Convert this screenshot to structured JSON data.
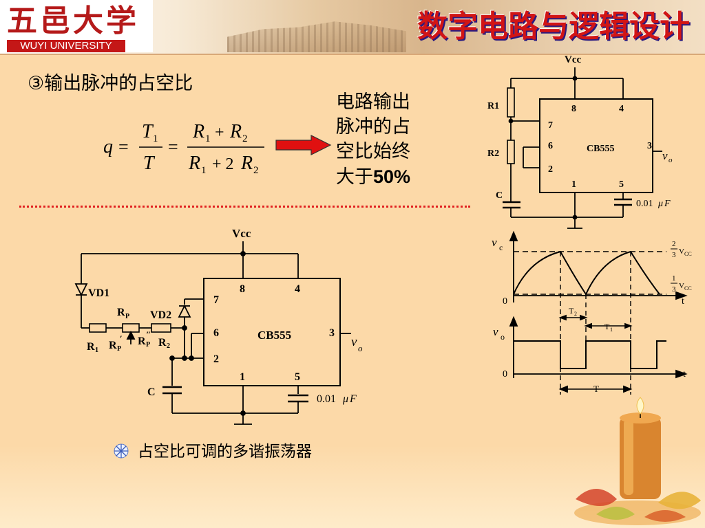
{
  "header": {
    "logo_cn": "五邑大学",
    "logo_en": "WUYI UNIVERSITY",
    "course_title": "数字电路与逻辑设计"
  },
  "section": {
    "title": "③输出脉冲的占空比"
  },
  "formula": {
    "lhs": "q",
    "eq": "=",
    "frac1_num": "T",
    "frac1_num_sub": "1",
    "frac1_den": "T",
    "frac2_num_a": "R",
    "frac2_num_a_sub": "1",
    "frac2_num_plus": "+",
    "frac2_num_b": "R",
    "frac2_num_b_sub": "2",
    "frac2_den_a": "R",
    "frac2_den_a_sub": "1",
    "frac2_den_plus": "+ 2",
    "frac2_den_b": "R",
    "frac2_den_b_sub": "2"
  },
  "conclusion": {
    "line1": "电路输出",
    "line2": "脉冲的占",
    "line3": "空比始终",
    "line4_prefix": "大于",
    "line4_value": "50%"
  },
  "circuit_top": {
    "vcc": "Vcc",
    "r1": "R1",
    "r2": "R2",
    "c": "C",
    "pin8": "8",
    "pin4": "4",
    "pin7": "7",
    "pin6": "6",
    "pin2": "2",
    "pin3": "3",
    "pin1": "1",
    "pin5": "5",
    "chip": "CB555",
    "out": "v",
    "out_sub": "o",
    "cap_value": "0.01",
    "cap_mu": "μ",
    "cap_unit": "F"
  },
  "waveforms": {
    "vc_label": "v",
    "vc_sub": "c",
    "upper_num": "2",
    "upper_den": "3",
    "upper_text": "V",
    "upper_sub": "CC",
    "lower_num": "1",
    "lower_den": "3",
    "lower_text": "V",
    "lower_sub": "CC",
    "zero1": "0",
    "t1": "t",
    "t2_label": "T",
    "t2_sub": "2",
    "t1_label": "T",
    "t1_sub": "1",
    "vo_label": "v",
    "vo_sub": "o",
    "zero2": "0",
    "t2": "t",
    "period": "T"
  },
  "circuit_main": {
    "vcc": "Vcc",
    "vd1": "VD1",
    "vd2": "VD2",
    "rp": "R",
    "rp_sub": "P",
    "r1": "R",
    "r1_sub": "1",
    "rp1": "R",
    "rp1_sub": "P",
    "rp1_mark": "′",
    "rp2": "R",
    "rp2_sub": "P",
    "rp2_mark": "″",
    "r2": "R",
    "r2_sub": "2",
    "pin8": "8",
    "pin4": "4",
    "pin7": "7",
    "pin6": "6",
    "pin2": "2",
    "pin3": "3",
    "pin1": "1",
    "pin5": "5",
    "chip": "CB555",
    "out": "v",
    "out_sub": "o",
    "c": "C",
    "cap_value": "0.01",
    "cap_mu": "μ",
    "cap_unit": "F"
  },
  "caption": {
    "text": "占空比可调的多谐振荡器"
  },
  "colors": {
    "background": "#fcd9a8",
    "title_red": "#d11515",
    "arrow_red": "#e01010",
    "divider_red": "#e02020",
    "logo_red": "#b51a1a"
  }
}
